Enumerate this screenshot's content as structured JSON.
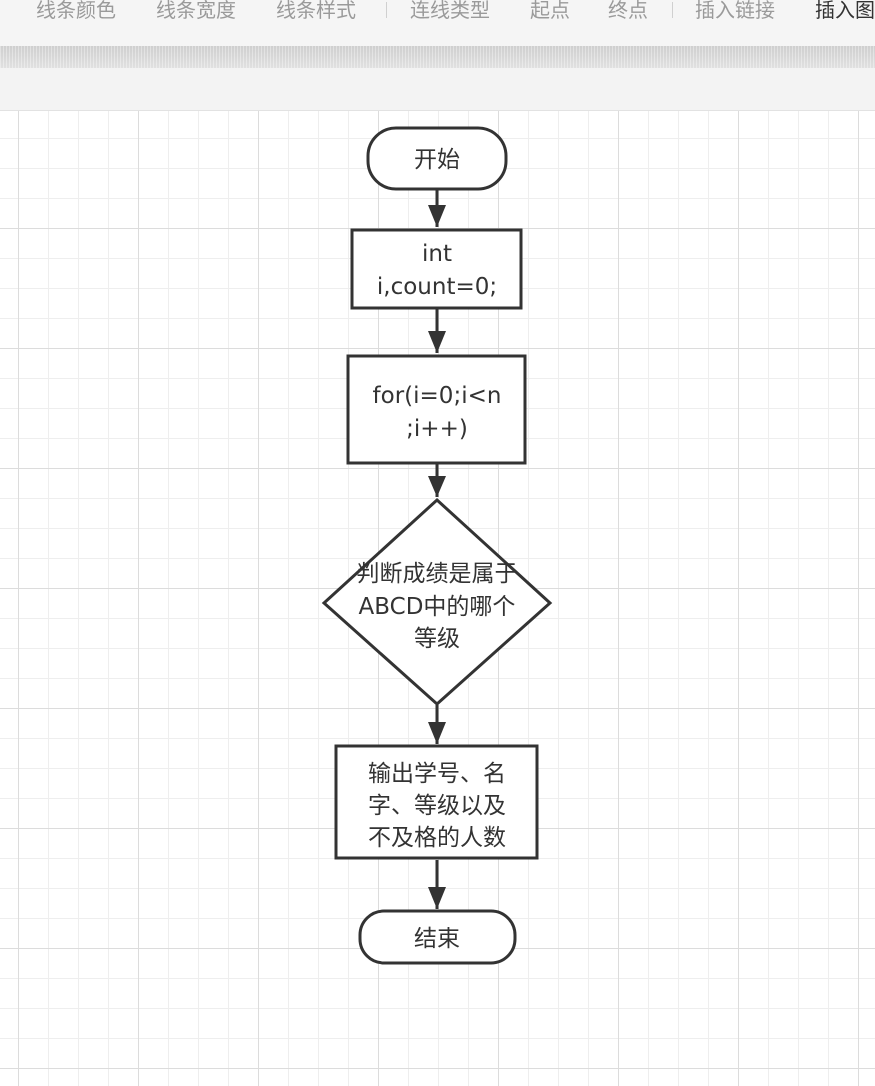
{
  "toolbar": {
    "items": [
      {
        "label": "线条颜色"
      },
      {
        "label": "线条宽度"
      },
      {
        "label": "线条样式"
      },
      {
        "label": "连线类型"
      },
      {
        "label": "起点"
      },
      {
        "label": "终点"
      },
      {
        "label": "插入链接"
      },
      {
        "label": "插入图"
      }
    ]
  },
  "flowchart": {
    "start": "开始",
    "declare_line1": "int",
    "declare_line2": "i,count=0;",
    "loop_line1": "for(i=0;i<n",
    "loop_line2": ";i++)",
    "decision_line1": "判断成绩是属于",
    "decision_line2": "ABCD中的哪个",
    "decision_line3": "等级",
    "output_line1": "输出学号、名",
    "output_line2": "字、等级以及",
    "output_line3": "不及格的人数",
    "end": "结束"
  },
  "colors": {
    "stroke": "#333333",
    "grid_major": "#dcdcdc",
    "grid_minor": "#eeeeee",
    "toolbar_text": "#9a9a9a",
    "toolbar_active": "#333333"
  }
}
